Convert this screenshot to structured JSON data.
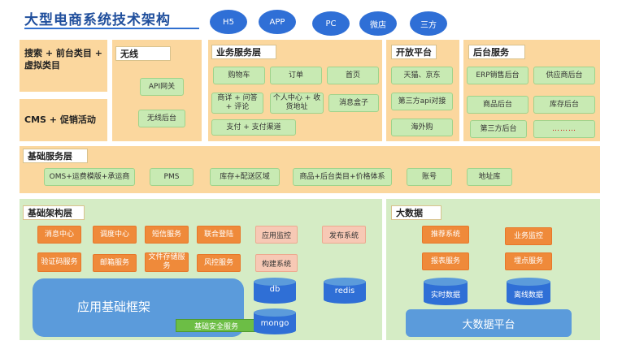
{
  "title": "大型电商系统技术架构",
  "clients": [
    "H5",
    "APP",
    "PC",
    "微店",
    "三方"
  ],
  "left_panel": {
    "top_text": "搜索 + 前台类目 + 虚拟类目",
    "bottom_text": "CMS + 促销活动"
  },
  "wireless": {
    "header": "无线",
    "items": [
      "API网关",
      "无线后台"
    ]
  },
  "business": {
    "header": "业务服务层",
    "items": [
      "购物车",
      "订单",
      "首页",
      "商详 + 问答 + 评论",
      "个人中心 + 收货地址",
      "消息盒子",
      "支付 + 支付渠道"
    ]
  },
  "open_platform": {
    "header": "开放平台",
    "items": [
      "天猫、京东",
      "第三方api对接",
      "海外购"
    ]
  },
  "backend": {
    "header": "后台服务",
    "items": [
      "ERP销售后台",
      "供应商后台",
      "商品后台",
      "库存后台",
      "第三方后台",
      "………"
    ]
  },
  "base_service": {
    "header": "基础服务层",
    "items": [
      "OMS+运费模版+承运商",
      "PMS",
      "库存+配送区域",
      "商品+后台类目+价格体系",
      "账号",
      "地址库"
    ]
  },
  "infra": {
    "header": "基础架构层",
    "orange_items": [
      "消息中心",
      "调度中心",
      "短信服务",
      "联合登陆",
      "验证码服务",
      "邮箱服务",
      "文件存储服务",
      "风控服务"
    ],
    "pink_items": [
      "应用监控",
      "发布系统",
      "构建系统"
    ],
    "framework": "应用基础框架",
    "security": "基础安全服务",
    "db_items": [
      "db",
      "redis",
      "mongo"
    ]
  },
  "bigdata": {
    "header": "大数据",
    "orange_items": [
      "推荐系统",
      "业务监控",
      "报表服务",
      "埋点服务"
    ],
    "db_items": [
      "实时数据",
      "离线数据"
    ],
    "platform": "大数据平台"
  }
}
